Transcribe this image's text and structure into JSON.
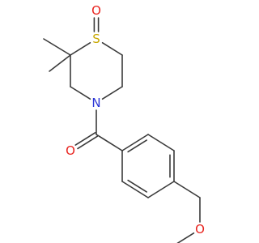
{
  "molecule": {
    "atoms": [
      {
        "id": "S1",
        "symbol": "S",
        "color": "#c8a800"
      },
      {
        "id": "O_sulfoxide",
        "symbol": "O",
        "color": "#e8231e"
      },
      {
        "id": "N1",
        "symbol": "N",
        "color": "#2b35d6"
      },
      {
        "id": "O_carbonyl",
        "symbol": "O",
        "color": "#e8231e"
      },
      {
        "id": "O_ether",
        "symbol": "O",
        "color": "#e8231e"
      }
    ],
    "bond_color": "#3a3a3a"
  }
}
